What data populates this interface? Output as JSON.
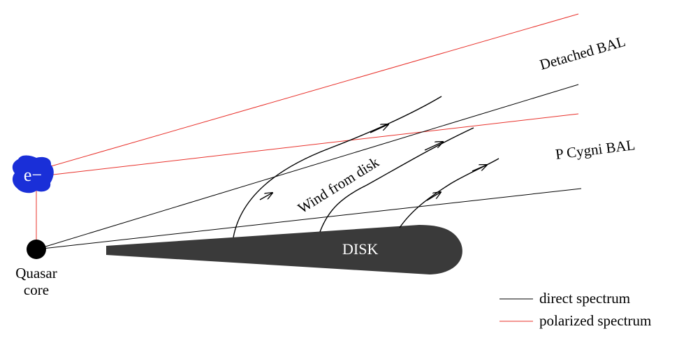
{
  "labels": {
    "detached_bal": "Detached BAL",
    "p_cygni_bal": "P Cygni BAL",
    "wind_from_disk": "Wind from disk",
    "disk": "DISK",
    "electron": "e−",
    "quasar_core_line1": "Quasar",
    "quasar_core_line2": "core"
  },
  "legend": {
    "items": [
      {
        "label": "direct spectrum",
        "color": "#000000"
      },
      {
        "label": "polarized spectrum",
        "color": "#e8302a"
      }
    ]
  },
  "colors": {
    "direct": "#000000",
    "polarized": "#e8302a",
    "electron_cloud": "#1a2fd8",
    "disk": "#3a3a3a",
    "disk_text": "#ffffff"
  }
}
